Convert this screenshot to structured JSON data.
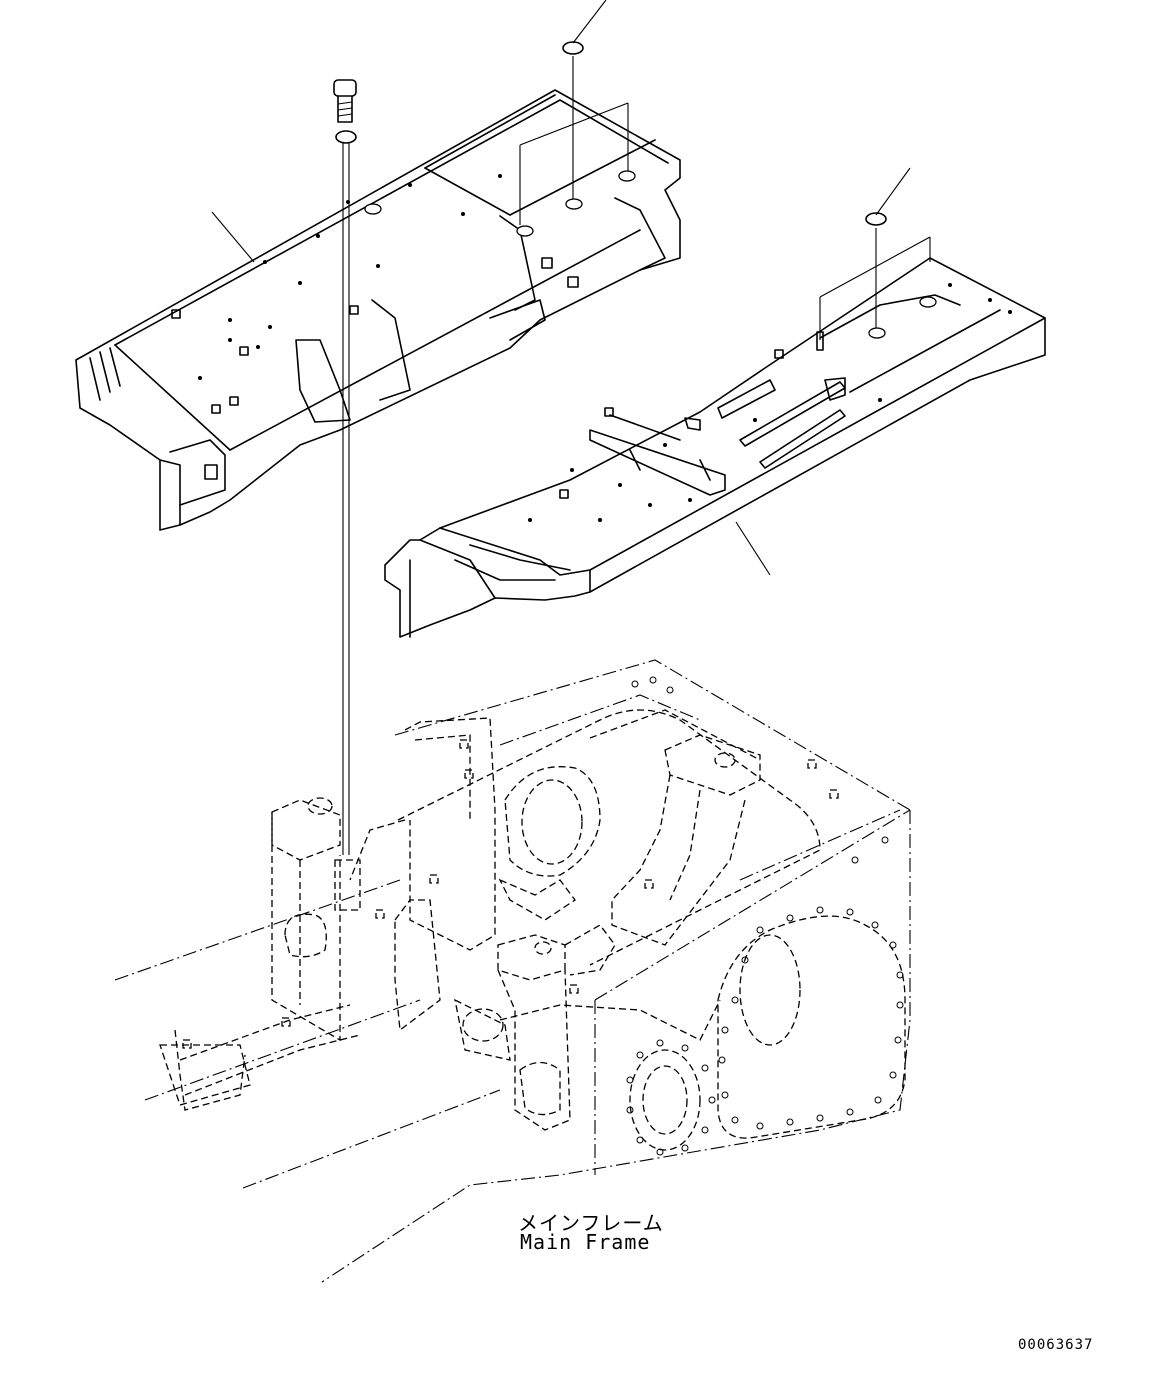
{
  "diagram": {
    "main_frame_label_jp": "メインフレーム",
    "main_frame_label_en": "Main Frame",
    "drawing_number": "00063637"
  }
}
